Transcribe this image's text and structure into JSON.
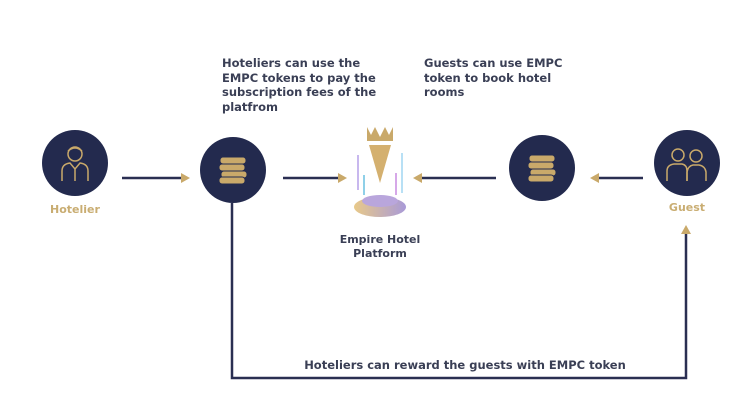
{
  "notes": {
    "hotelier_subscription": "Hoteliers can use the EMPC tokens to pay the subscription fees of the platfrom",
    "guest_booking": "Guests can use EMPC token to book hotel rooms",
    "reward": "Hoteliers can reward the guests with EMPC token"
  },
  "nodes": {
    "hotelier": "Hotelier",
    "guest": "Guest",
    "platform": "Empire Hotel Platform"
  },
  "colors": {
    "navy": "#232a4e",
    "gold": "#c9a96a"
  }
}
